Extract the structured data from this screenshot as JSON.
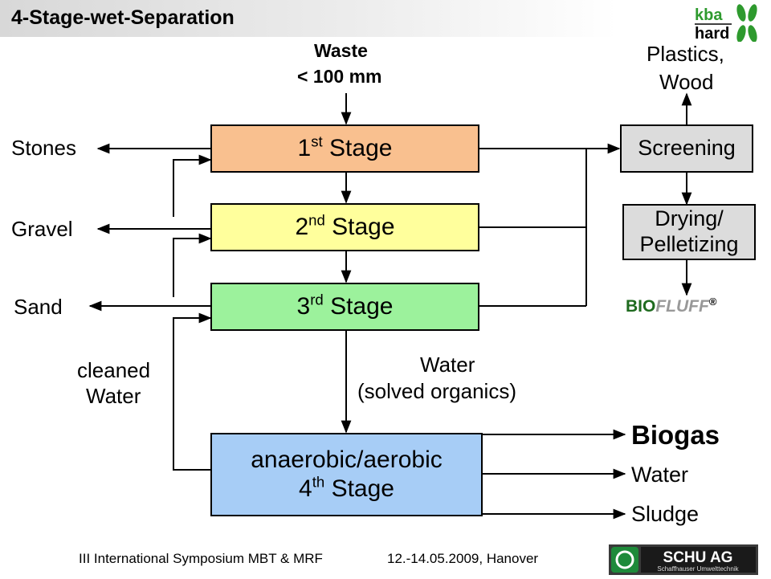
{
  "header": {
    "title": "4-Stage-wet-Separation",
    "logo_top": "kba",
    "logo_bottom": "hard"
  },
  "input": {
    "line1": "Waste",
    "line2": "< 100 mm"
  },
  "stages": {
    "stage1": {
      "num": "1",
      "sup": "st",
      "label": "Stage"
    },
    "stage2": {
      "num": "2",
      "sup": "nd",
      "label": "Stage"
    },
    "stage3": {
      "num": "3",
      "sup": "rd",
      "label": "Stage"
    },
    "stage4": {
      "line1": "anaerobic/aerobic",
      "num": "4",
      "sup": "th",
      "label": "Stage"
    }
  },
  "outputs_left": {
    "stones": "Stones",
    "gravel": "Gravel",
    "sand": "Sand",
    "cleaned_line1": "cleaned",
    "cleaned_line2": "Water"
  },
  "water_label": {
    "line1": "Water",
    "line2": "(solved organics)"
  },
  "right_chain": {
    "plastics_line1": "Plastics,",
    "plastics_line2": "Wood",
    "screening": "Screening",
    "drying_line1": "Drying/",
    "drying_line2": "Pelletizing",
    "bio": "BIO",
    "fluff": "FLUFF",
    "reg": "®"
  },
  "stage4_outputs": {
    "biogas": "Biogas",
    "water": "Water",
    "sludge": "Sludge"
  },
  "footer": {
    "symposium": "III International Symposium MBT & MRF",
    "date": "12.-14.05.2009, Hanover",
    "company": "SCHU AG",
    "company_sub": "Schaffhauser Umwelttechnik"
  },
  "colors": {
    "stage1": "#f9c08f",
    "stage2": "#ffff9c",
    "stage3": "#9cf29c",
    "stage4": "#a7cdf6",
    "process_box": "#dcdcdc",
    "bio_green": "#1f6b1f",
    "logo_green": "#2e9a2e"
  }
}
